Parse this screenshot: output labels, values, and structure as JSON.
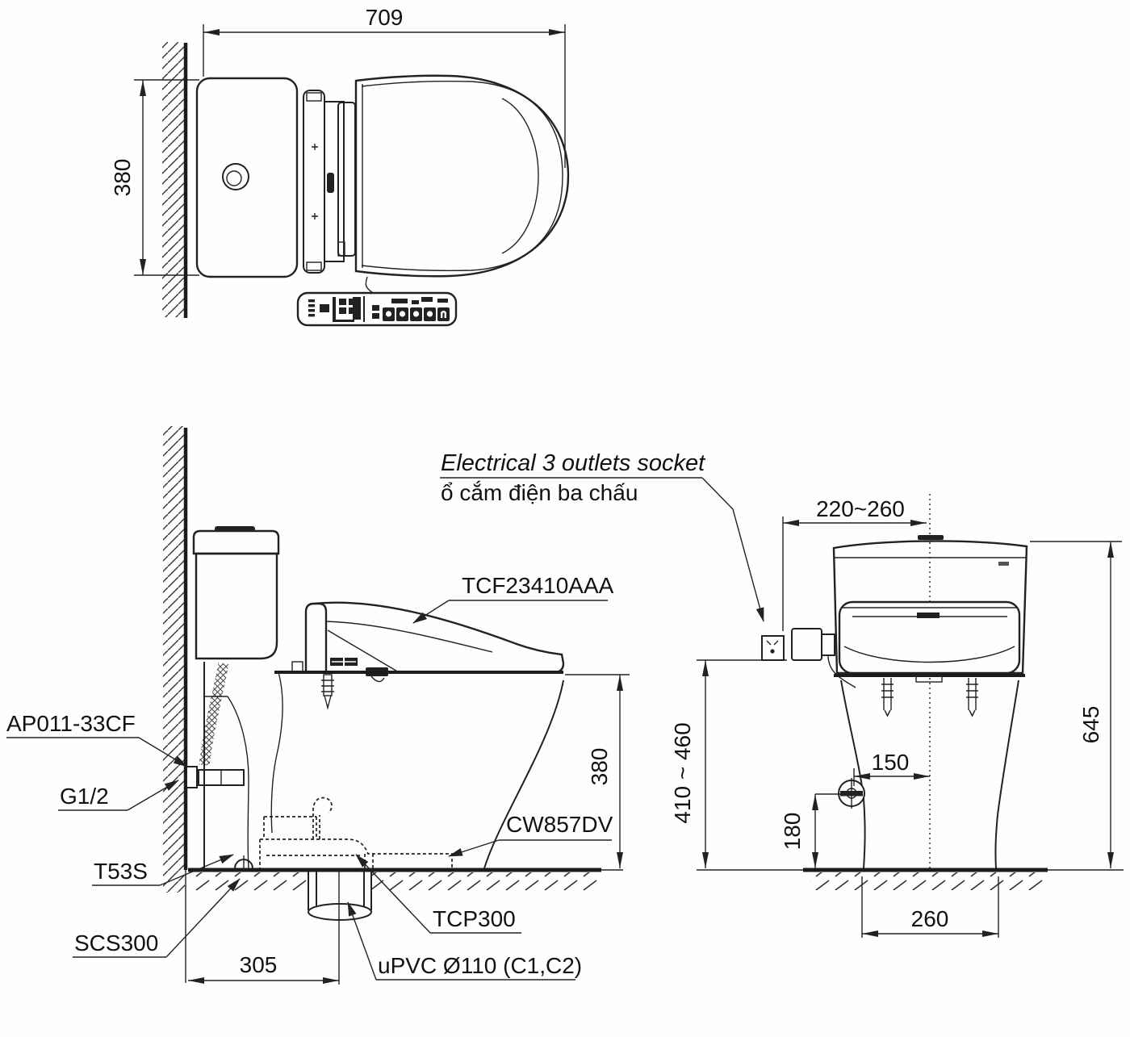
{
  "note": {
    "en": "Electrical 3 outlets socket",
    "vi": "ổ cắm điện ba chấu"
  },
  "dims": {
    "top_width": "709",
    "top_depth": "380",
    "side_height": "380",
    "side_outlet_offset": "305",
    "front_socket_offset": "220~260",
    "front_total_height": "645",
    "front_seat_height": "410 ~ 460",
    "front_bolt_offset": "150",
    "front_bolt_height": "180",
    "front_base_width": "260"
  },
  "labels": {
    "washlet_unit": "TCF23410AAA",
    "bowl": "CW857DV",
    "supply_valve": "AP011-33CF",
    "thread": "G1/2",
    "stop_valve": "T53S",
    "floor_flange": "SCS300",
    "adapter": "TCP300",
    "drain_pipe": "uPVC Ø110 (C1,C2)"
  },
  "colors": {
    "ink": "#222222",
    "background": "#fefefe"
  }
}
